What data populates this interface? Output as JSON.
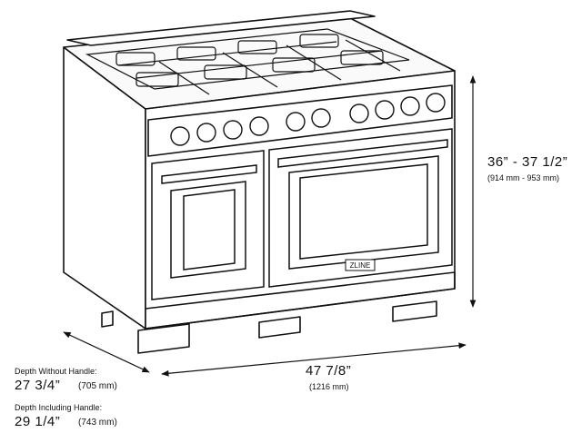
{
  "brand_logo": "ZLINE",
  "dimensions": {
    "height": {
      "imperial": "36” - 37 1/2”",
      "metric": "(914 mm - 953 mm)"
    },
    "width": {
      "imperial": "47 7/8”",
      "metric": "(1216 mm)"
    },
    "depth_without_handle": {
      "label": "Depth Without Handle:",
      "imperial": "27 3/4”",
      "metric": "(705 mm)"
    },
    "depth_including_handle": {
      "label": "Depth Including Handle:",
      "imperial": "29 1/4”",
      "metric": "(743 mm)"
    }
  }
}
